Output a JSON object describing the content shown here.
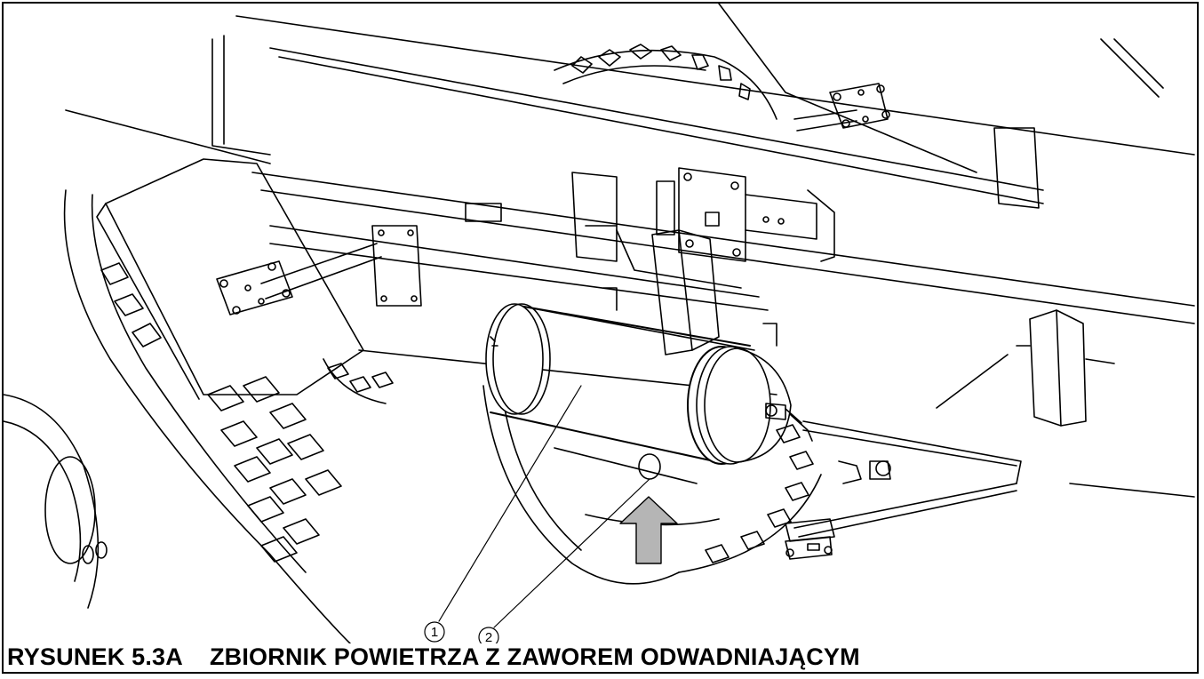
{
  "figure": {
    "caption_number": "RYSUNEK 5.3A",
    "caption_title": "ZBIORNIK POWIETRZA Z ZAWOREM ODWADNIAJĄCYM"
  },
  "callouts": [
    {
      "label": "1"
    },
    {
      "label": "2"
    }
  ],
  "colors": {
    "line": "#000000",
    "arrow_fill": "#b5b5b5",
    "background": "#ffffff"
  }
}
